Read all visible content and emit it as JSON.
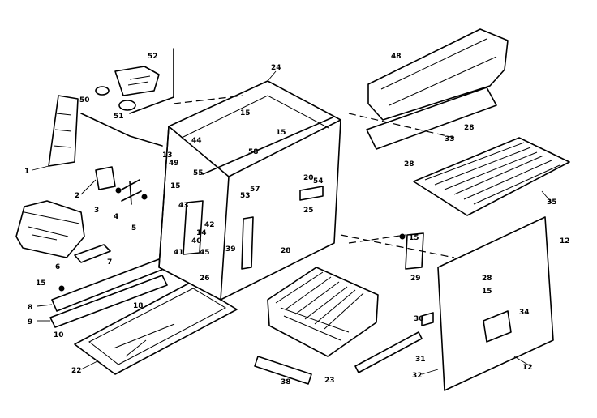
{
  "labels": [
    {
      "id": "l52",
      "text": "52"
    },
    {
      "id": "l50",
      "text": "50"
    },
    {
      "id": "l51",
      "text": "51"
    },
    {
      "id": "l1",
      "text": "1"
    },
    {
      "id": "l2",
      "text": "2"
    },
    {
      "id": "l3a",
      "text": "3"
    },
    {
      "id": "l4",
      "text": "4"
    },
    {
      "id": "l5",
      "text": "5"
    },
    {
      "id": "l6",
      "text": "6"
    },
    {
      "id": "l7",
      "text": "7"
    },
    {
      "id": "l15a",
      "text": "15"
    },
    {
      "id": "l8",
      "text": "8"
    },
    {
      "id": "l9",
      "text": "9"
    },
    {
      "id": "l10",
      "text": "10"
    },
    {
      "id": "l22",
      "text": "22"
    },
    {
      "id": "l18",
      "text": "18"
    },
    {
      "id": "l24",
      "text": "24"
    },
    {
      "id": "l15b",
      "text": "15"
    },
    {
      "id": "l15c",
      "text": "15"
    },
    {
      "id": "l44",
      "text": "44"
    },
    {
      "id": "l58",
      "text": "58"
    },
    {
      "id": "l13",
      "text": "13"
    },
    {
      "id": "l49",
      "text": "49"
    },
    {
      "id": "l55",
      "text": "55"
    },
    {
      "id": "l15d",
      "text": "15"
    },
    {
      "id": "l57",
      "text": "57"
    },
    {
      "id": "l53",
      "text": "53"
    },
    {
      "id": "l43",
      "text": "43"
    },
    {
      "id": "l42",
      "text": "42"
    },
    {
      "id": "l14",
      "text": "14"
    },
    {
      "id": "l40",
      "text": "40"
    },
    {
      "id": "l41",
      "text": "41"
    },
    {
      "id": "l45",
      "text": "45"
    },
    {
      "id": "l26a",
      "text": "26"
    },
    {
      "id": "l39",
      "text": "39"
    },
    {
      "id": "l28a",
      "text": "28"
    },
    {
      "id": "l20",
      "text": "20"
    },
    {
      "id": "l54",
      "text": "54"
    },
    {
      "id": "l25",
      "text": "25"
    },
    {
      "id": "l48",
      "text": "48"
    },
    {
      "id": "l28b",
      "text": "28"
    },
    {
      "id": "l33",
      "text": "33"
    },
    {
      "id": "l28c",
      "text": "28"
    },
    {
      "id": "l35",
      "text": "35"
    },
    {
      "id": "l12a",
      "text": "12"
    },
    {
      "id": "l15e",
      "text": "15"
    },
    {
      "id": "l29",
      "text": "29"
    },
    {
      "id": "l28d",
      "text": "28"
    },
    {
      "id": "l15f",
      "text": "15"
    },
    {
      "id": "l30",
      "text": "30"
    },
    {
      "id": "l34",
      "text": "34"
    },
    {
      "id": "l31",
      "text": "31"
    },
    {
      "id": "l32",
      "text": "32"
    },
    {
      "id": "l12b",
      "text": "12"
    },
    {
      "id": "l23",
      "text": "23"
    },
    {
      "id": "l38",
      "text": "38"
    }
  ]
}
